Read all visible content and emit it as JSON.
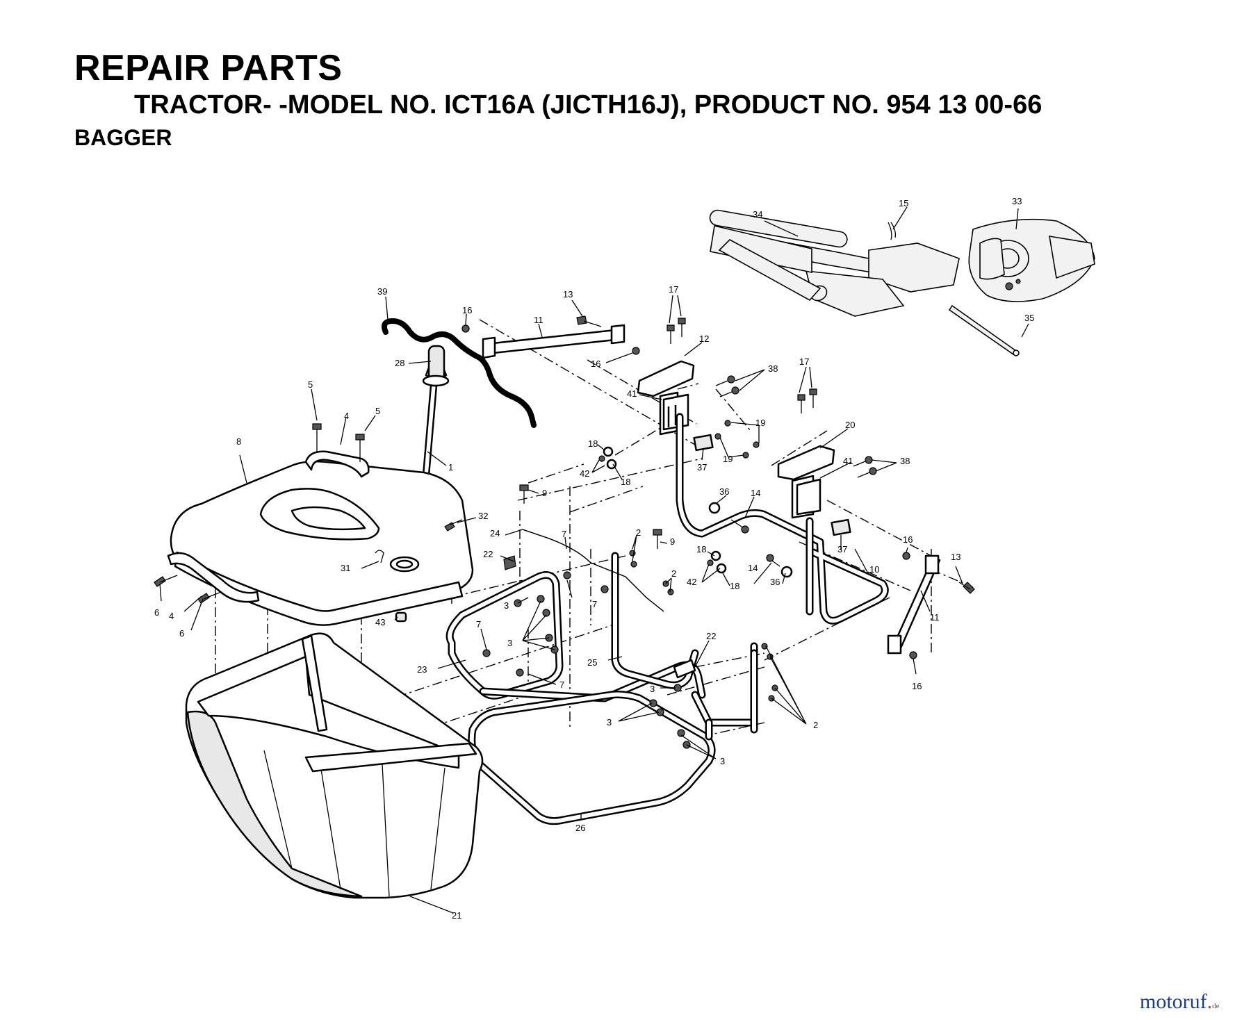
{
  "header": {
    "title": "REPAIR PARTS",
    "subtitle": "TRACTOR- -MODEL NO. ICT16A (JICTH16J), PRODUCT NO. 954 13 00-66",
    "section": "BAGGER"
  },
  "callouts": [
    {
      "id": "c34",
      "text": "34"
    },
    {
      "id": "c15",
      "text": "15"
    },
    {
      "id": "c33",
      "text": "33"
    },
    {
      "id": "c35",
      "text": "35"
    },
    {
      "id": "c39",
      "text": "39"
    },
    {
      "id": "c16a",
      "text": "16"
    },
    {
      "id": "c13a",
      "text": "13"
    },
    {
      "id": "c11a",
      "text": "11"
    },
    {
      "id": "c16b",
      "text": "16"
    },
    {
      "id": "c17a",
      "text": "17"
    },
    {
      "id": "c12",
      "text": "12"
    },
    {
      "id": "c38a",
      "text": "38"
    },
    {
      "id": "c41a",
      "text": "41"
    },
    {
      "id": "c28",
      "text": "28"
    },
    {
      "id": "c17b",
      "text": "17"
    },
    {
      "id": "c19a",
      "text": "19"
    },
    {
      "id": "c19b",
      "text": "19"
    },
    {
      "id": "c20",
      "text": "20"
    },
    {
      "id": "c18a",
      "text": "18"
    },
    {
      "id": "c42a",
      "text": "42"
    },
    {
      "id": "c18b",
      "text": "18"
    },
    {
      "id": "c37a",
      "text": "37"
    },
    {
      "id": "c41b",
      "text": "41"
    },
    {
      "id": "c38b",
      "text": "38"
    },
    {
      "id": "c5a",
      "text": "5"
    },
    {
      "id": "c4a",
      "text": "4"
    },
    {
      "id": "c5b",
      "text": "5"
    },
    {
      "id": "c8",
      "text": "8"
    },
    {
      "id": "c1",
      "text": "1"
    },
    {
      "id": "c9a",
      "text": "9"
    },
    {
      "id": "c36a",
      "text": "36"
    },
    {
      "id": "c14a",
      "text": "14"
    },
    {
      "id": "c32",
      "text": "32"
    },
    {
      "id": "c24",
      "text": "24"
    },
    {
      "id": "c37b",
      "text": "37"
    },
    {
      "id": "c2a",
      "text": "2"
    },
    {
      "id": "c9b",
      "text": "9"
    },
    {
      "id": "c16c",
      "text": "16"
    },
    {
      "id": "c13b",
      "text": "13"
    },
    {
      "id": "c18c",
      "text": "18"
    },
    {
      "id": "c31",
      "text": "31"
    },
    {
      "id": "c22a",
      "text": "22"
    },
    {
      "id": "c7a",
      "text": "7"
    },
    {
      "id": "c2b",
      "text": "2"
    },
    {
      "id": "c42b",
      "text": "42"
    },
    {
      "id": "c18d",
      "text": "18"
    },
    {
      "id": "c14b",
      "text": "14"
    },
    {
      "id": "c36b",
      "text": "36"
    },
    {
      "id": "c10",
      "text": "10"
    },
    {
      "id": "c6a",
      "text": "6"
    },
    {
      "id": "c4b",
      "text": "4"
    },
    {
      "id": "c6b",
      "text": "6"
    },
    {
      "id": "c3a",
      "text": "3"
    },
    {
      "id": "c7b",
      "text": "7"
    },
    {
      "id": "c43",
      "text": "43"
    },
    {
      "id": "c11b",
      "text": "11"
    },
    {
      "id": "c7c",
      "text": "7"
    },
    {
      "id": "c3b",
      "text": "3"
    },
    {
      "id": "c23",
      "text": "23"
    },
    {
      "id": "c25",
      "text": "25"
    },
    {
      "id": "c22b",
      "text": "22"
    },
    {
      "id": "c7d",
      "text": "7"
    },
    {
      "id": "c16d",
      "text": "16"
    },
    {
      "id": "c3c",
      "text": "3"
    },
    {
      "id": "c3d",
      "text": "3"
    },
    {
      "id": "c2c",
      "text": "2"
    },
    {
      "id": "c3e",
      "text": "3"
    },
    {
      "id": "c26",
      "text": "26"
    },
    {
      "id": "c21",
      "text": "21"
    }
  ],
  "watermark": {
    "name": "motoruf",
    "dot": ".",
    "tld": "de"
  }
}
